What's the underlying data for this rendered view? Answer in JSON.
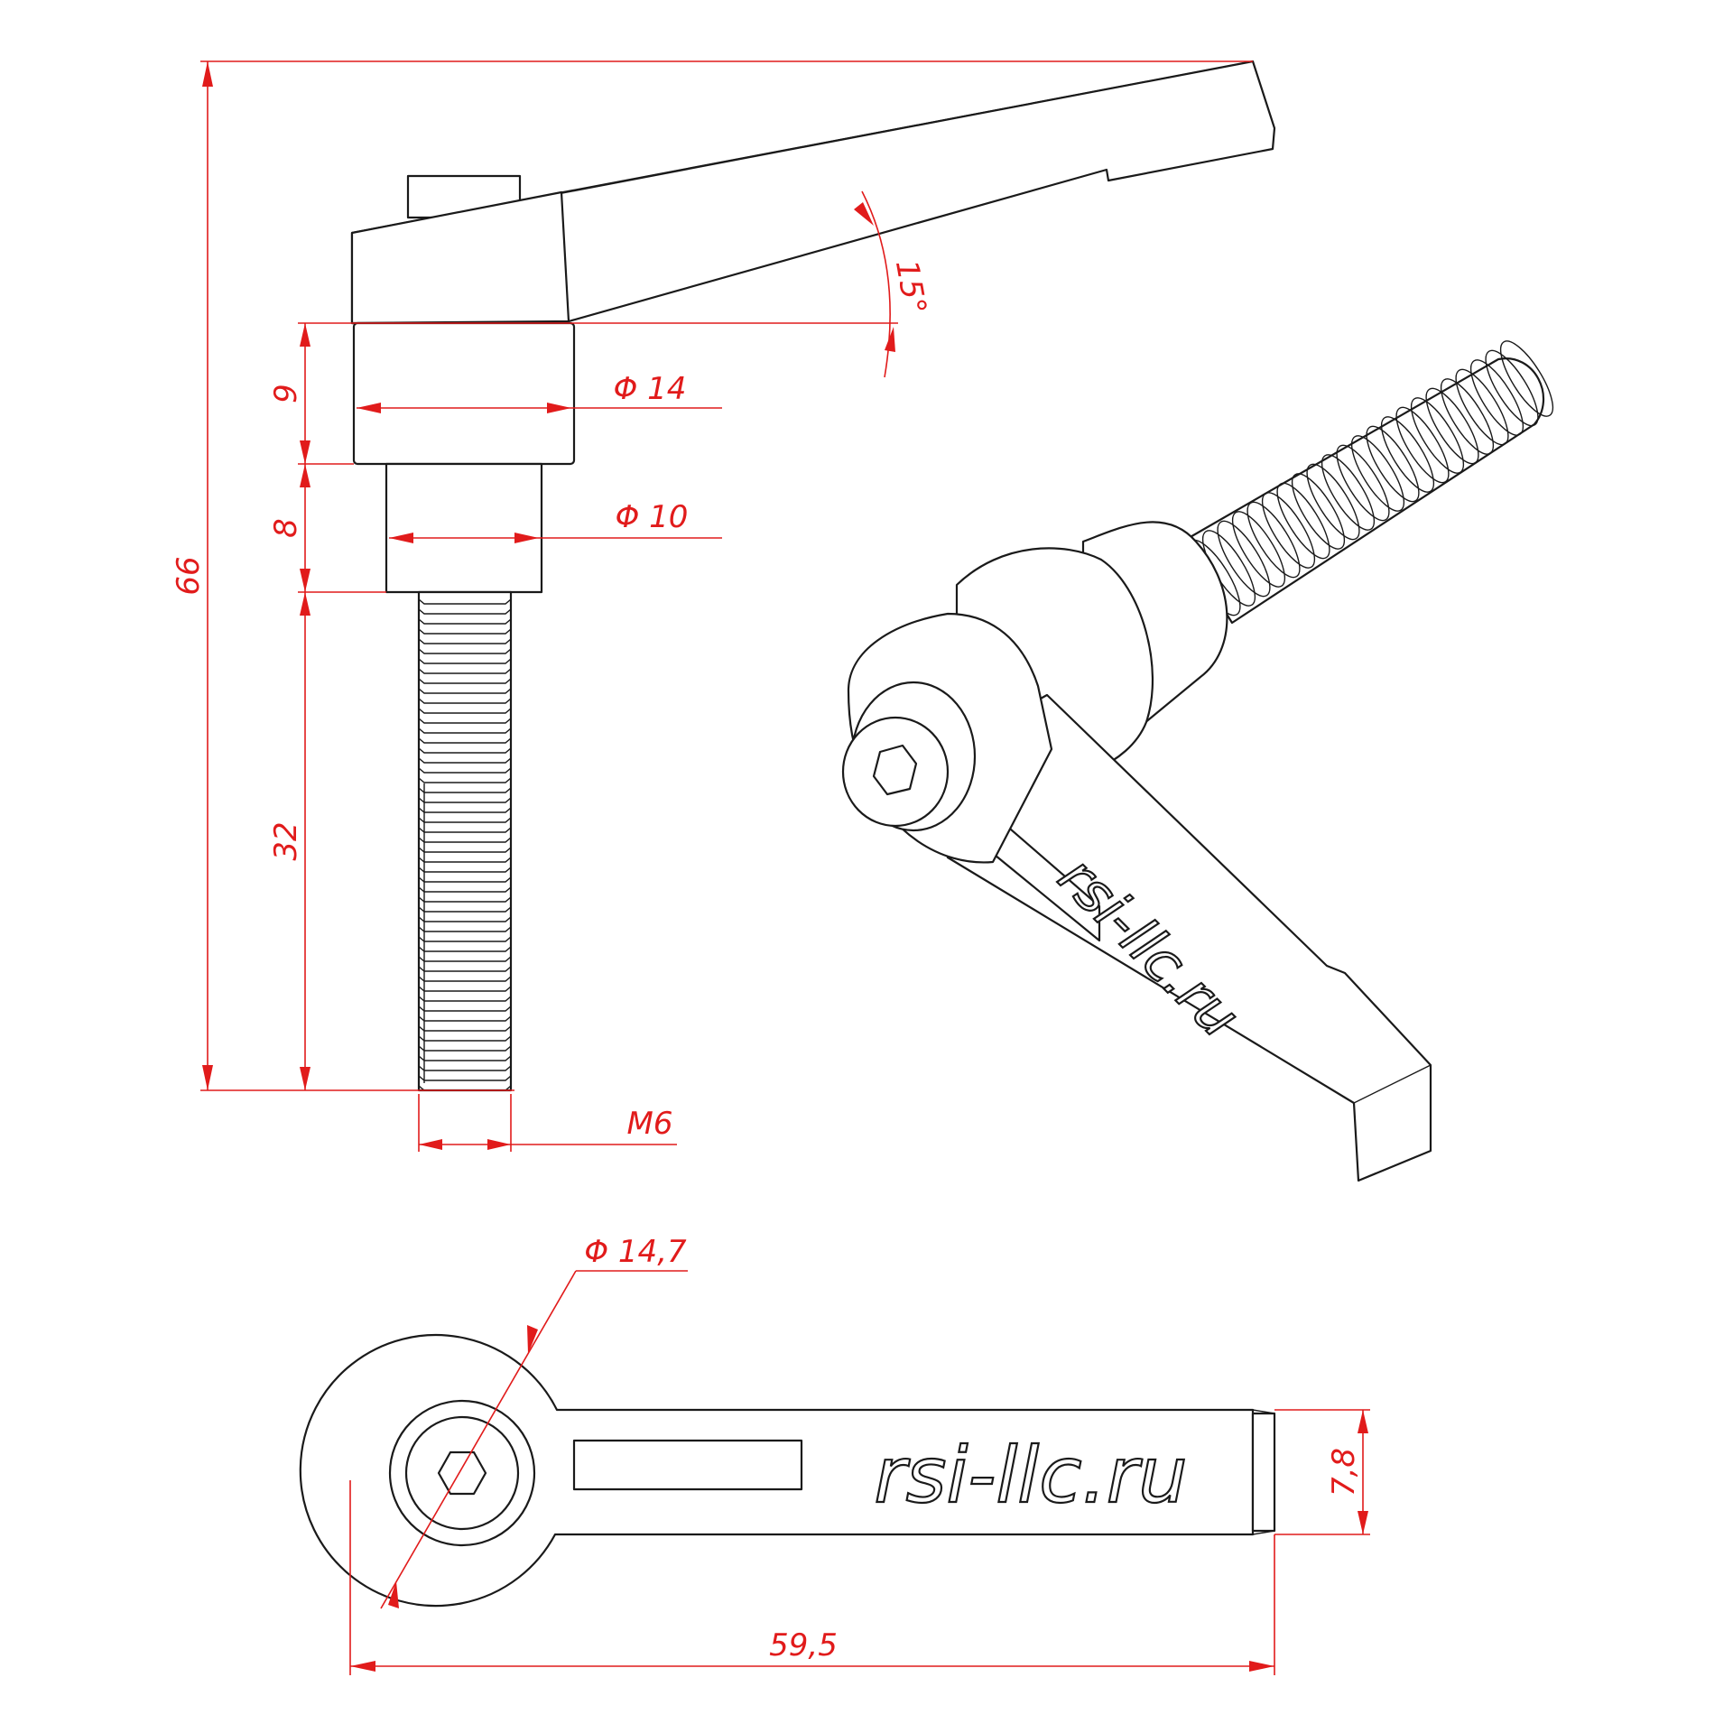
{
  "dimensions": {
    "overall_height": "66",
    "collar_height": "9",
    "shoulder_height": "8",
    "thread_length": "32",
    "collar_diameter": "Φ 14",
    "shoulder_diameter": "Φ 10",
    "thread_size": "M6",
    "lever_angle": "15°",
    "head_diameter": "Φ 14,7",
    "lever_width": "7,8",
    "overall_length": "59,5"
  },
  "logo": {
    "iso_text": "rsi-llc.ru",
    "top_text": "rsi-llc.ru"
  },
  "colors": {
    "dimension": "#e11b1b",
    "outline": "#1a1a1a",
    "background": "#ffffff"
  }
}
